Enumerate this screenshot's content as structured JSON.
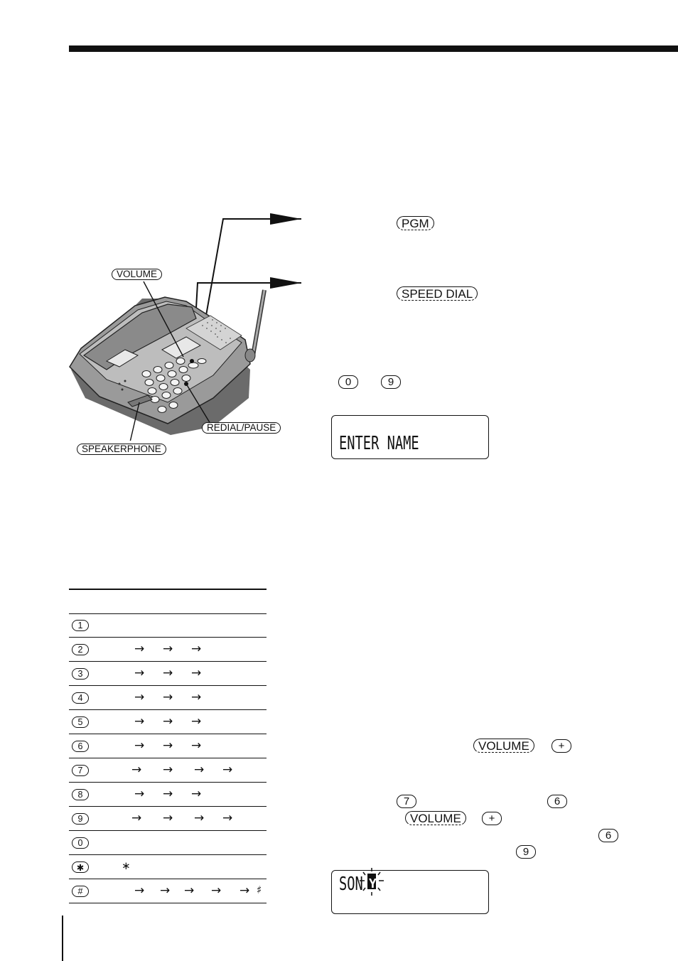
{
  "buttons": {
    "pgm": "PGM",
    "speed_dial": "SPEED DIAL",
    "key_0": "0",
    "key_9": "9",
    "volume_a": "VOLUME",
    "plus_a": "+",
    "key_7": "7",
    "key_6_a": "6",
    "volume_b": "VOLUME",
    "plus_b": "+",
    "key_6_b": "6",
    "key_9_b": "9"
  },
  "phone_labels": {
    "volume": "VOLUME",
    "redial_pause": "REDIAL/PAUSE",
    "speakerphone": "SPEAKERPHONE"
  },
  "display1": {
    "text": "ENTER NAME"
  },
  "display2": {
    "text": "SON",
    "cursor_char": "Y"
  },
  "char_table": {
    "rows": [
      {
        "key": "1",
        "arrows": 0
      },
      {
        "key": "2",
        "arrows": 3
      },
      {
        "key": "3",
        "arrows": 3
      },
      {
        "key": "4",
        "arrows": 3
      },
      {
        "key": "5",
        "arrows": 3
      },
      {
        "key": "6",
        "arrows": 3
      },
      {
        "key": "7",
        "arrows": 4
      },
      {
        "key": "8",
        "arrows": 3
      },
      {
        "key": "9",
        "arrows": 4
      },
      {
        "key": "0",
        "arrows": 0
      },
      {
        "key": "✱",
        "arrows": 0,
        "tail": "∗"
      },
      {
        "key": "#",
        "arrows": 5,
        "tail": "♯"
      }
    ]
  }
}
